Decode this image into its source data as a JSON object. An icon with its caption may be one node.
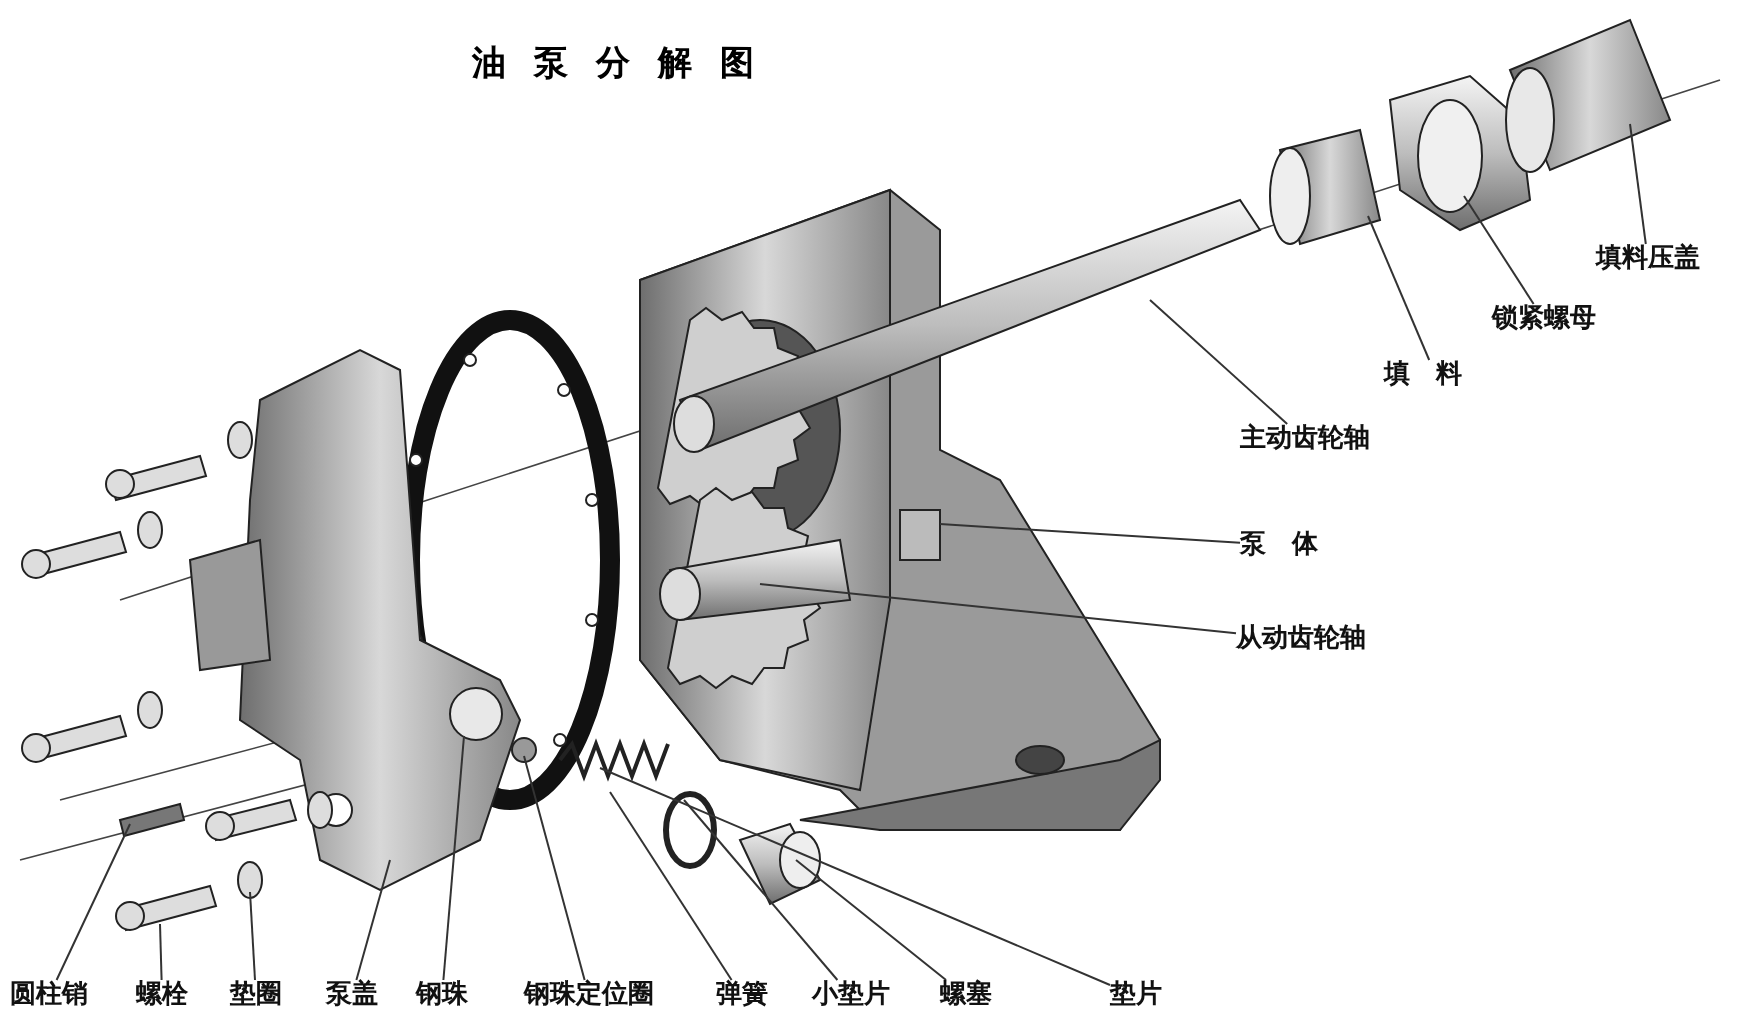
{
  "diagram": {
    "title": "油泵分解图",
    "nodes": [
      {
        "text": [
          "填料压盖"
        ]
      },
      {
        "text": [
          "锁紧螺母"
        ]
      },
      {
        "text": [
          "填料"
        ]
      },
      {
        "text": [
          "主动齿轮轴"
        ]
      },
      {
        "text": [
          "泵体"
        ]
      },
      {
        "text": [
          "从动齿轮轴"
        ]
      },
      {
        "text": [
          "圆柱销"
        ]
      },
      {
        "text": [
          "螺栓"
        ]
      },
      {
        "text": [
          "垫圈"
        ]
      },
      {
        "text": [
          "泵盖"
        ]
      },
      {
        "text": [
          "钢珠"
        ]
      },
      {
        "text": [
          "钢珠定位圈"
        ]
      },
      {
        "text": [
          "弹簧"
        ]
      },
      {
        "text": [
          "小垫片"
        ]
      },
      {
        "text": [
          "螺塞"
        ]
      },
      {
        "text": [
          "垫片"
        ]
      }
    ],
    "edges": [
      {
        "from": 0,
        "to": null,
        "arrow": "none"
      },
      {
        "from": 1,
        "to": null,
        "arrow": "none"
      },
      {
        "from": 2,
        "to": null,
        "arrow": "none"
      },
      {
        "from": 3,
        "to": null,
        "arrow": "none"
      },
      {
        "from": 4,
        "to": null,
        "arrow": "none"
      },
      {
        "from": 5,
        "to": null,
        "arrow": "none"
      },
      {
        "from": 6,
        "to": null,
        "arrow": "none"
      },
      {
        "from": 7,
        "to": null,
        "arrow": "none"
      },
      {
        "from": 8,
        "to": null,
        "arrow": "none"
      },
      {
        "from": 9,
        "to": null,
        "arrow": "none"
      },
      {
        "from": 10,
        "to": null,
        "arrow": "none"
      },
      {
        "from": 11,
        "to": null,
        "arrow": "none"
      },
      {
        "from": 12,
        "to": null,
        "arrow": "none"
      },
      {
        "from": 13,
        "to": null,
        "arrow": "none"
      },
      {
        "from": 14,
        "to": null,
        "arrow": "none"
      },
      {
        "from": 15,
        "to": null,
        "arrow": "none"
      }
    ]
  }
}
